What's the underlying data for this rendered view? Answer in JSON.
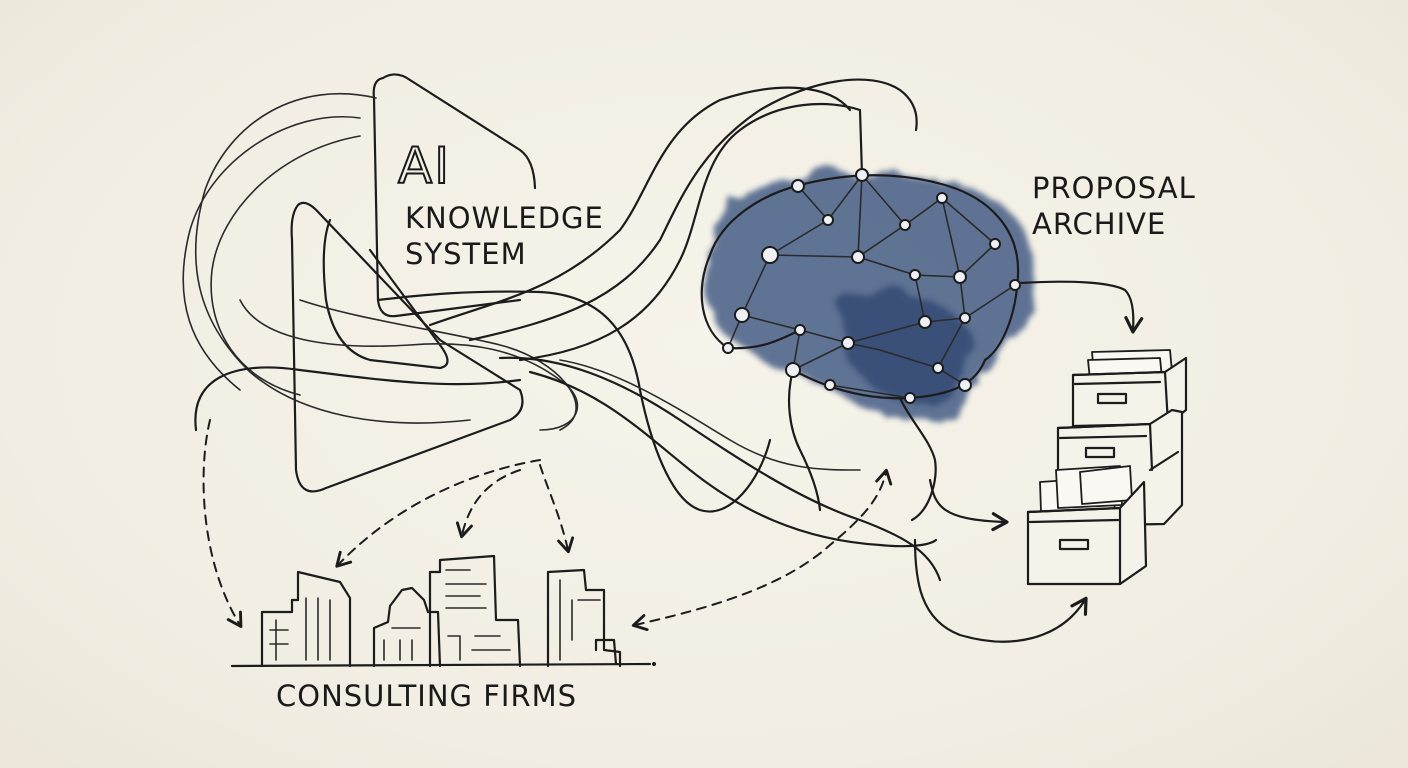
{
  "ai_system": {
    "title": "AI",
    "subtitle_line1": "KNOWLEDGE",
    "subtitle_line2": "SYSTEM"
  },
  "archive": {
    "label_line1": "PROPOSAL",
    "label_line2": "ARCHIVE"
  },
  "firms": {
    "label": "CONSULTING FIRMS"
  },
  "colors": {
    "ink": "#1c1c1c",
    "paper": "#f3f0e6",
    "watercolor": "#2e4a78"
  },
  "icons": [
    "brain-network-icon",
    "filing-cabinet-icon",
    "city-skyline-icon"
  ]
}
